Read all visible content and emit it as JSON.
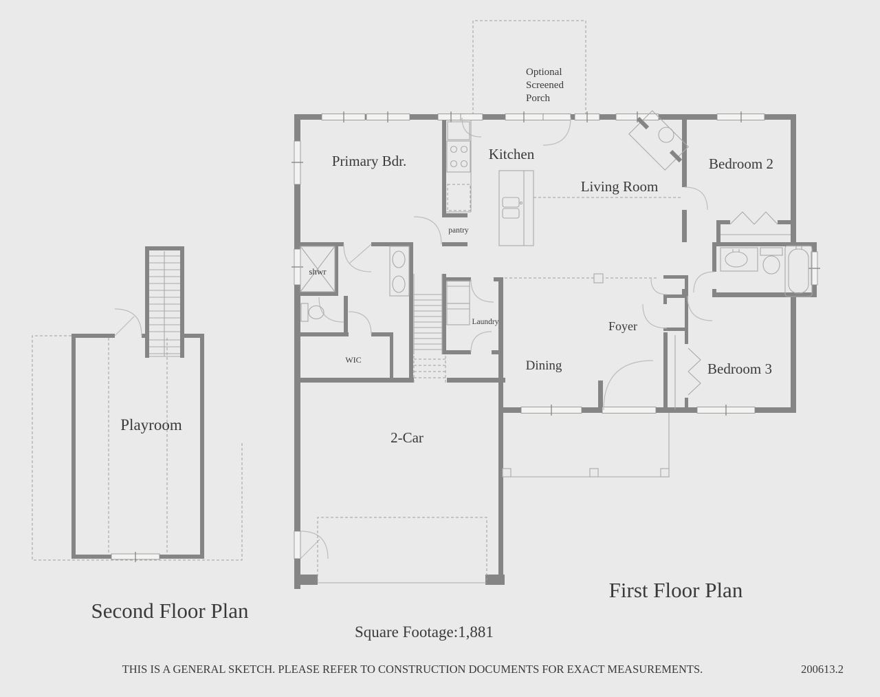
{
  "colors": {
    "background": "#eaeaea",
    "wall": "#858585",
    "thin_line": "#a9a9a9",
    "dash_line": "#9f9f9f",
    "door_arc": "#bdbdbd",
    "window_fill": "#f3f3f2",
    "text": "#3a3a3a"
  },
  "first_floor": {
    "title": "First Floor Plan",
    "rooms": {
      "primary": "Primary Bdr.",
      "kitchen": "Kitchen",
      "living": "Living Room",
      "bedroom2": "Bedroom 2",
      "bedroom3": "Bedroom 3",
      "foyer": "Foyer",
      "dining": "Dining",
      "garage": "2-Car",
      "laundry": "Laundry",
      "pantry": "pantry",
      "shower": "shwr",
      "wic": "WIC"
    },
    "porch_note": {
      "line1": "Optional",
      "line2": "Screened",
      "line3": "Porch"
    }
  },
  "second_floor": {
    "title": "Second Floor Plan",
    "rooms": {
      "playroom": "Playroom"
    }
  },
  "summary": {
    "square_footage": "Square Footage:1,881"
  },
  "footer": {
    "disclaimer": "THIS IS A GENERAL SKETCH. PLEASE REFER TO CONSTRUCTION DOCUMENTS FOR EXACT MEASUREMENTS.",
    "plan_number": "200613.2"
  }
}
